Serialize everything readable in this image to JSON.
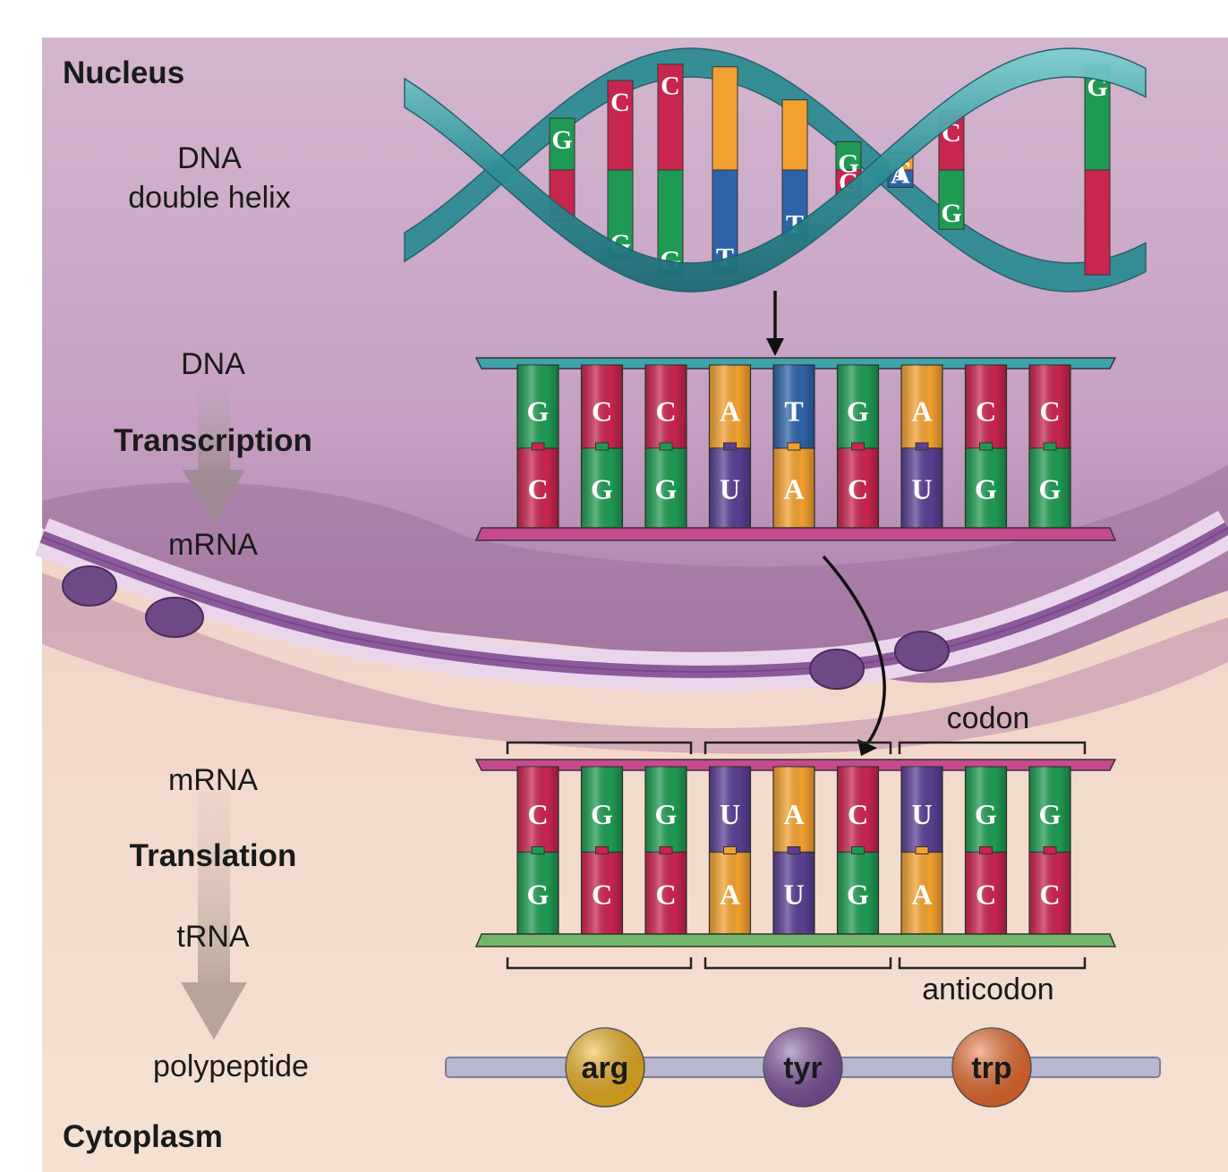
{
  "labels": {
    "nucleus": "Nucleus",
    "dna_double_helix_line1": "DNA",
    "dna_double_helix_line2": "double helix",
    "dna": "DNA",
    "transcription": "Transcription",
    "mrna_nucleus": "mRNA",
    "codon": "codon",
    "mrna_cytoplasm": "mRNA",
    "translation": "Translation",
    "trna": "tRNA",
    "anticodon": "anticodon",
    "polypeptide": "polypeptide",
    "cytoplasm": "Cytoplasm"
  },
  "colors": {
    "G": "#1f9a52",
    "C": "#c8254f",
    "A": "#f2a030",
    "T": "#2f63a8",
    "U": "#5a3f92",
    "dna_backbone": "#3fa3a8",
    "mrna_backbone": "#c64a8e",
    "trna_backbone": "#6fb56a",
    "nucleus_bg": "#c9a9c9",
    "cytoplasm_bg": "#f3dccb"
  },
  "helix": {
    "bases": [
      {
        "top": "G",
        "bottom": ""
      },
      {
        "top": "C",
        "bottom": "G"
      },
      {
        "top": "C",
        "bottom": "G"
      },
      {
        "top": "",
        "bottom": "T"
      },
      {
        "top": "",
        "bottom": "T"
      },
      {
        "top": "G",
        "bottom": "C"
      },
      {
        "top": "A",
        "bottom": "T"
      },
      {
        "top": "C",
        "bottom": "G"
      },
      {
        "top": "G",
        "bottom": ""
      }
    ]
  },
  "transcription": {
    "dna_strand": [
      "G",
      "C",
      "C",
      "A",
      "T",
      "G",
      "A",
      "C",
      "C"
    ],
    "mrna_strand": [
      "C",
      "G",
      "G",
      "U",
      "A",
      "C",
      "U",
      "G",
      "G"
    ]
  },
  "translation": {
    "mrna_codons": [
      "C",
      "G",
      "G",
      "U",
      "A",
      "C",
      "U",
      "G",
      "G"
    ],
    "trna_anticodons": [
      "G",
      "C",
      "C",
      "A",
      "U",
      "G",
      "A",
      "C",
      "C"
    ]
  },
  "polypeptide": {
    "amino_acids": [
      {
        "name": "arg",
        "color": "#f2b21a"
      },
      {
        "name": "tyr",
        "color": "#7c4f9c"
      },
      {
        "name": "trp",
        "color": "#ee6a2a"
      }
    ]
  }
}
